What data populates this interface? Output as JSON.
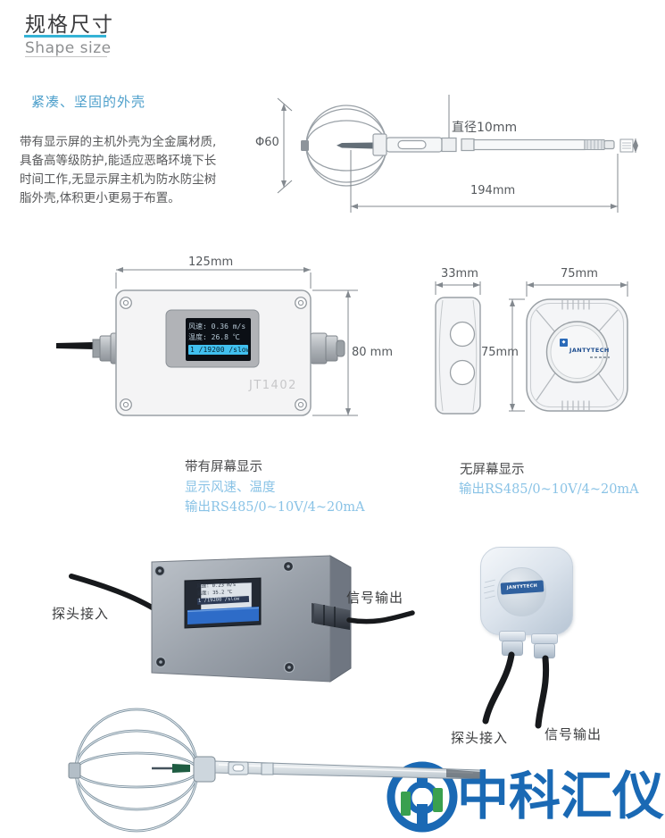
{
  "header": {
    "title_zh": "规格尺寸",
    "title_en": "Shape size"
  },
  "intro": {
    "heading": "紧凑、坚固的外壳",
    "lines": [
      "带有显示屏的主机外壳为全金属材质,",
      "具备高等级防护,能适应恶略环境下长",
      "时间工作,无显示屏主机为防水防尘树",
      "脂外壳,体积更小更易于布置。"
    ]
  },
  "probe_drawing": {
    "ball_dia": "Φ60",
    "rod_dia": "直径10mm",
    "length": "194mm"
  },
  "main_unit_drawing": {
    "width": "125mm",
    "height": "80 mm",
    "model": "JT1402",
    "screen": {
      "line1": "风速: 0.36 m/s",
      "line2": "温度: 26.8 ℃",
      "line3": "1 /19200 /slow"
    }
  },
  "transmitter_drawing": {
    "depth": "33mm",
    "width": "75mm",
    "height": "75mm",
    "brand": "JANTYTECH"
  },
  "variant_with_screen": {
    "title": "带有屏幕显示",
    "feature1": "显示风速、温度",
    "feature2": "输出RS485/0~10V/4~20mA"
  },
  "variant_no_screen": {
    "title": "无屏幕显示",
    "feature1": "输出RS485/0~10V/4~20mA"
  },
  "render_main": {
    "screen": {
      "line1": "风速: 0.23 m/s",
      "line2": "温度: 35.2 ℃",
      "line3": "1 /19200 /slow"
    },
    "label_probe_in": "探头接入",
    "label_signal_out": "信号输出"
  },
  "render_transmitter": {
    "brand": "JANTYTECH",
    "label_probe_in": "探头接入",
    "label_signal_out": "信号输出"
  },
  "watermark": {
    "text": "中科汇仪"
  },
  "colors": {
    "accent": "#35b3d6",
    "heading_blue": "#4d9fcb",
    "feature_blue": "#8ac3e6",
    "watermark_blue": "#1a69b4",
    "screen_highlight": "#41c0ef",
    "stripe_blue": "#2e6cc8"
  }
}
